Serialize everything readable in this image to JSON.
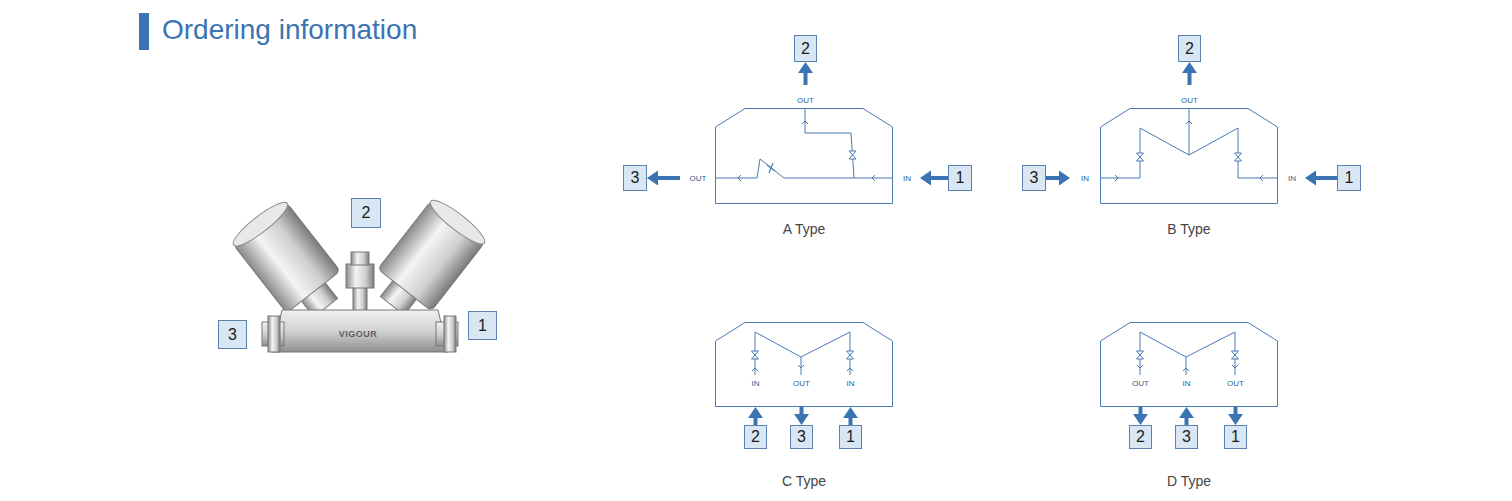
{
  "diagram": {
    "title": "Ordering information",
    "nodes": [
      {
        "text": [
          "2"
        ]
      },
      {
        "text": [
          "3"
        ]
      },
      {
        "text": [
          "1"
        ]
      },
      {
        "text": [
          "A Type"
        ]
      },
      {
        "text": [
          "2"
        ]
      },
      {
        "text": [
          "3"
        ]
      },
      {
        "text": [
          "1"
        ]
      },
      {
        "text": [
          "B Type"
        ]
      },
      {
        "text": [
          "2"
        ]
      },
      {
        "text": [
          "3"
        ]
      },
      {
        "text": [
          "1"
        ]
      },
      {
        "text": [
          "C Type"
        ]
      },
      {
        "text": [
          "2"
        ]
      },
      {
        "text": [
          "3"
        ]
      },
      {
        "text": [
          "1"
        ]
      },
      {
        "text": [
          "D Type"
        ]
      },
      {
        "text": [
          "2"
        ]
      },
      {
        "text": [
          "3"
        ]
      },
      {
        "text": [
          "1"
        ]
      }
    ],
    "edges": [
      {
        "from": 3,
        "to": 4,
        "label": "OUT",
        "arrow": "to"
      },
      {
        "from": 3,
        "to": 5,
        "label": "OUT",
        "arrow": "to"
      },
      {
        "from": 6,
        "to": 3,
        "label": "IN",
        "arrow": "to"
      },
      {
        "from": 7,
        "to": 8,
        "label": "OUT",
        "arrow": "to"
      },
      {
        "from": 9,
        "to": 7,
        "label": "IN",
        "arrow": "to"
      },
      {
        "from": 10,
        "to": 7,
        "label": "IN",
        "arrow": "to"
      },
      {
        "from": 12,
        "to": 11,
        "label": "IN",
        "arrow": "to"
      },
      {
        "from": 11,
        "to": 13,
        "label": "OUT",
        "arrow": "to"
      },
      {
        "from": 14,
        "to": 11,
        "label": "IN",
        "arrow": "to"
      },
      {
        "from": 15,
        "to": 16,
        "label": "OUT",
        "arrow": "to"
      },
      {
        "from": 17,
        "to": 15,
        "label": "IN",
        "arrow": "to"
      },
      {
        "from": 15,
        "to": 18,
        "label": "OUT",
        "arrow": "to"
      }
    ],
    "labels": [
      "VIGOUR"
    ]
  }
}
